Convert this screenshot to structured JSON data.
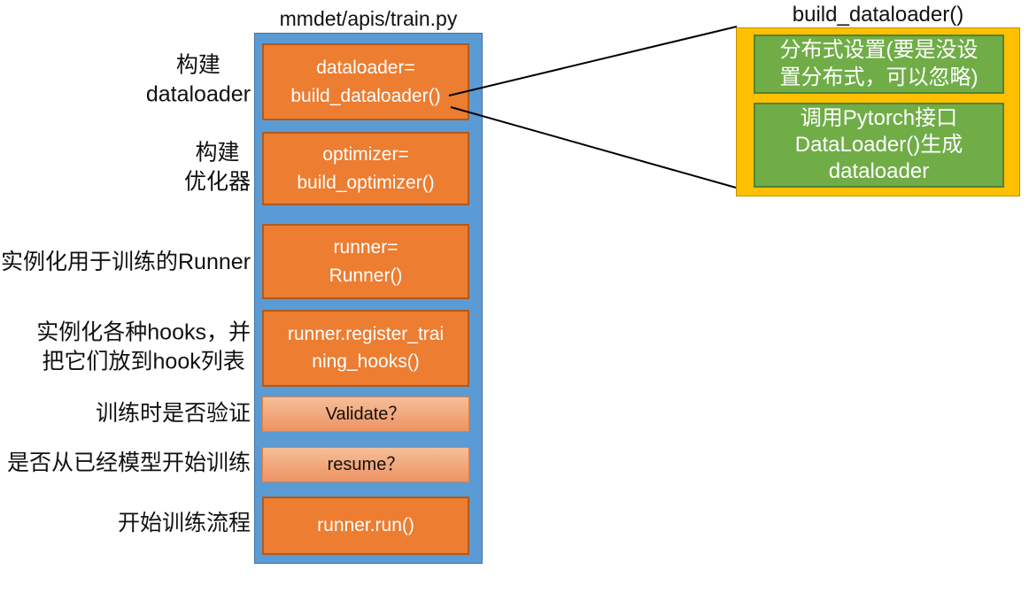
{
  "left_flow": {
    "title": "mmdet/apis/train.py",
    "labels": [
      "构建\ndataloader",
      "构建\n优化器",
      "实例化用于训练的Runner",
      "实例化各种hooks，并\n把它们放到hook列表",
      "训练时是否验证",
      "是否从已经模型开始训练",
      "开始训练流程"
    ],
    "steps": [
      "dataloader=\nbuild_dataloader()",
      "optimizer=\nbuild_optimizer()",
      "runner=\nRunner()",
      "runner.register_trai\nning_hooks()",
      "Validate？",
      "resume？",
      "runner.run()"
    ]
  },
  "right_detail": {
    "title": "build_dataloader()",
    "boxes": [
      "分布式设置(要是没设\n置分布式，可以忽略)",
      "调用Pytorch接口\nDataLoader()生成\ndataloader"
    ]
  },
  "colors": {
    "container_blue": "#5B9BD5",
    "container_blue_border": "#4472A4",
    "step_orange": "#ED7D31",
    "step_orange_border": "#AE5A21",
    "decision_top": "#F7BE97",
    "decision_bottom": "#EC9463",
    "decision_border": "#ED7D31",
    "panel_yellow": "#FFC000",
    "panel_yellow_border": "#BF9000",
    "detail_green": "#70AD47",
    "detail_green_border": "#538135",
    "connector": "#000000",
    "text_dark": "#111111"
  }
}
